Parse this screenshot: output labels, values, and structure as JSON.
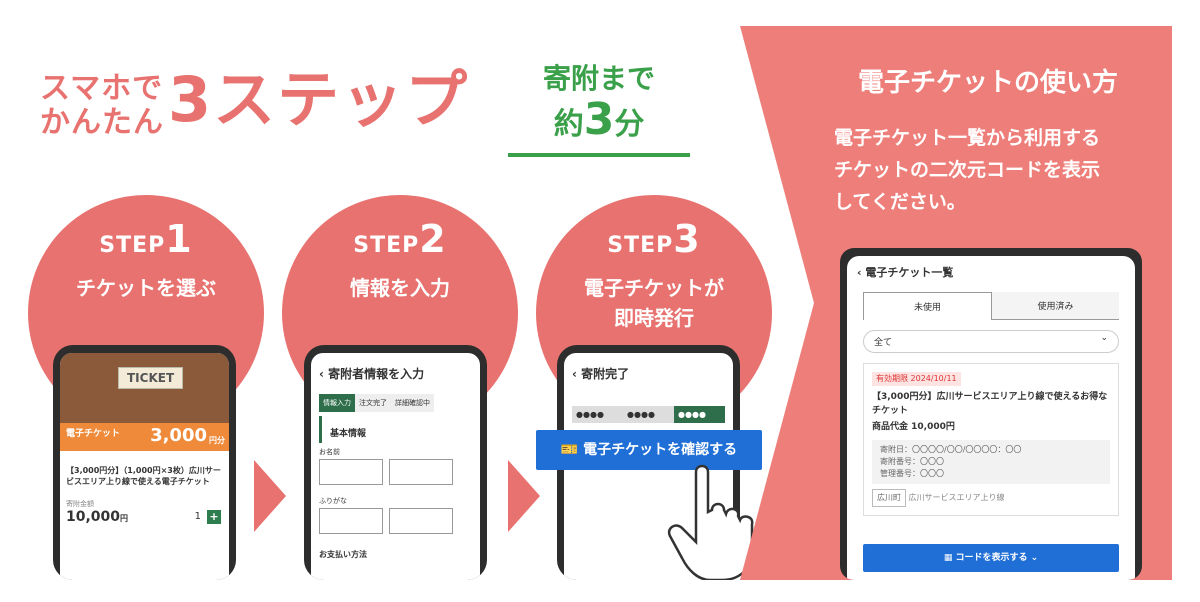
{
  "headline": {
    "small_line1": "スマホで",
    "small_line2": "かんたん",
    "big": "3ステップ"
  },
  "time_badge": {
    "line1": "寄附まで",
    "prefix": "約",
    "number": "3",
    "suffix": "分"
  },
  "steps": [
    {
      "label": "STEP",
      "number": "1",
      "desc": "チケットを選ぶ"
    },
    {
      "label": "STEP",
      "number": "2",
      "desc": "情報を入力"
    },
    {
      "label": "STEP",
      "number": "3",
      "desc_line1": "電子チケットが",
      "desc_line2": "即時発行"
    }
  ],
  "phone1": {
    "ticket_word": "TICKET",
    "promo_small": "電子チケット",
    "promo_amount": "3,000",
    "promo_unit": "円分",
    "product_title": "【3,000円分】（1,000円×3枚）広川サービスエリア上り線で使える電子チケット",
    "price_label": "寄附金額",
    "price": "10,000",
    "price_unit": "円",
    "qty": "1",
    "plus": "+"
  },
  "phone2": {
    "header_title": "寄附者情報を入力",
    "progress": [
      "情報入力",
      "注文完了",
      "詳細確認中"
    ],
    "section_title": "基本情報",
    "name_label": "お名前",
    "kana_label": "ふりがな",
    "payment_title": "お支払い方法"
  },
  "phone3": {
    "header_title": "寄附完了",
    "progress": [
      "●●●●",
      "●●●●",
      "●●●●"
    ],
    "confirm_button": "電子チケットを確認する"
  },
  "panel": {
    "title": "電子チケットの使い方",
    "desc_line1": "電子チケット一覧から利用する",
    "desc_line2": "チケットの二次元コードを表示",
    "desc_line3": "してください。"
  },
  "phone4": {
    "header_title": "電子チケット一覧",
    "tab_unused": "未使用",
    "tab_used": "使用済み",
    "filter_value": "全て",
    "validity": "有効期限 2024/10/11",
    "ticket_title": "【3,000円分】広川サービスエリア上り線で使えるお得なチケット",
    "amount": "商品代金 10,000円",
    "detail_line1": "寄附日：〇〇〇〇/〇〇/〇〇〇〇：〇〇",
    "detail_line2": "寄附番号：〇〇〇",
    "detail_line3": "管理番号：〇〇〇",
    "tag": "広川町",
    "tag_text": "広川サービスエリア上り線",
    "show_code_button": "コードを表示する"
  },
  "colors": {
    "accent": "#e8726f",
    "panel": "#ee7e79",
    "green": "#3aa04a",
    "blue": "#1f6fd6"
  }
}
